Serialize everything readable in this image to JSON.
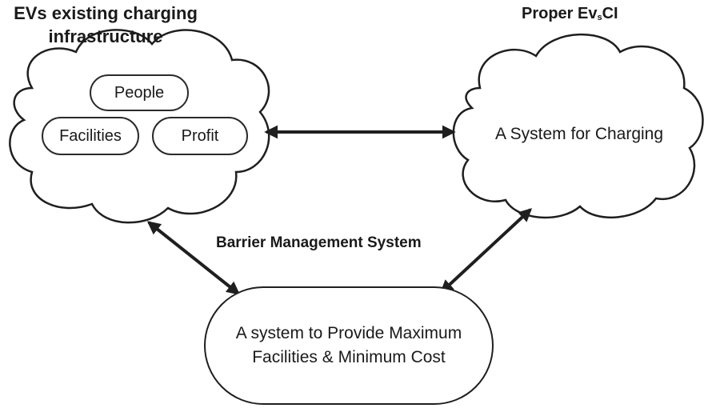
{
  "left_cloud": {
    "title_line1": "EVs existing charging",
    "title_line2": "infrastructure",
    "items": [
      {
        "label": "People"
      },
      {
        "label": "Facilities"
      },
      {
        "label": "Profit"
      }
    ]
  },
  "right_cloud": {
    "title_main": "Proper Ev",
    "title_sub": "s",
    "title_end": "CI",
    "label": "A System for Charging"
  },
  "center_label": "Barrier Management System",
  "bottom_box": {
    "line1": "A system to Provide Maximum",
    "line2": "Facilities & Minimum Cost"
  },
  "colors": {
    "stroke": "#1f1f1f",
    "background": "#ffffff"
  }
}
